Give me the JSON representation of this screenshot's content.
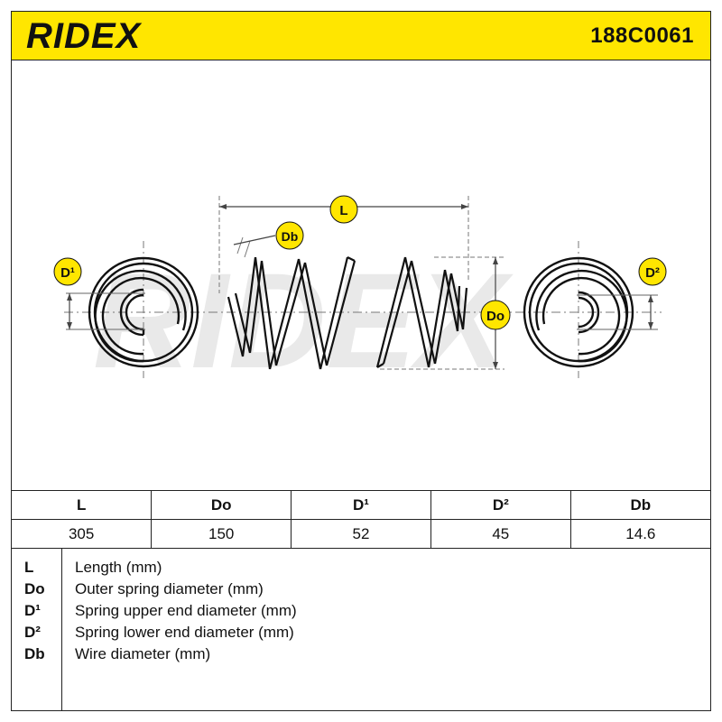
{
  "header": {
    "brand": "RIDEX",
    "part_number": "188C0061",
    "background_color": "#ffe600"
  },
  "diagram": {
    "label_badge_color": "#ffe600",
    "labels": {
      "length": "L",
      "wire": "Db",
      "outer": "Do",
      "upper_end": "D¹",
      "lower_end": "D²"
    },
    "watermark": "RIDEX"
  },
  "table": {
    "headers": [
      "L",
      "Do",
      "D¹",
      "D²",
      "Db"
    ],
    "values": [
      "305",
      "150",
      "52",
      "45",
      "14.6"
    ]
  },
  "legend": [
    {
      "key": "L",
      "text": "Length (mm)"
    },
    {
      "key": "Do",
      "text": "Outer spring diameter (mm)"
    },
    {
      "key": "D¹",
      "text": "Spring upper end diameter (mm)"
    },
    {
      "key": "D²",
      "text": "Spring lower end diameter (mm)"
    },
    {
      "key": "Db",
      "text": "Wire diameter (mm)"
    }
  ]
}
